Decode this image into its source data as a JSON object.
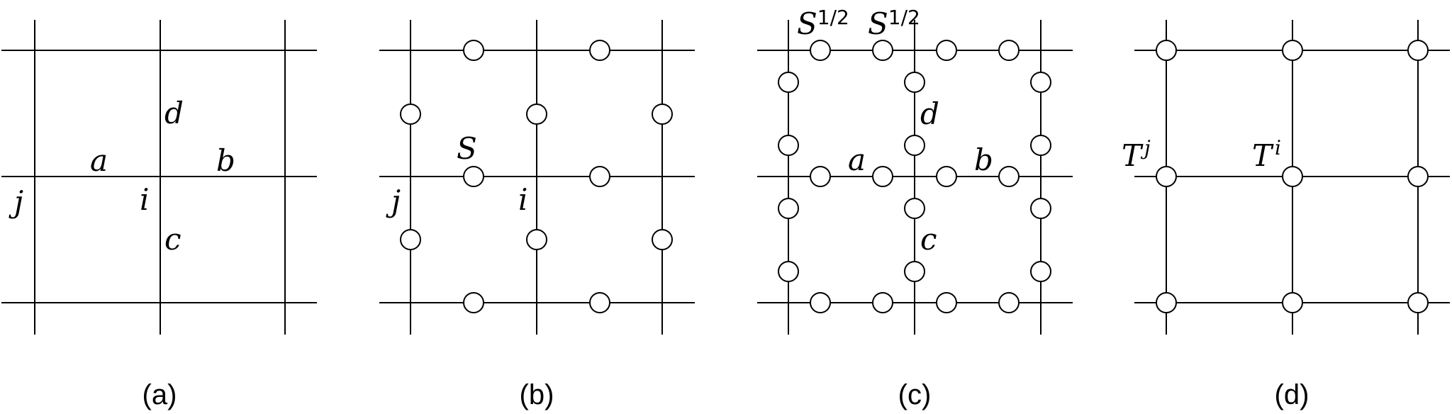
{
  "panels": [
    {
      "caption": "(a)",
      "labels": {
        "a": "a",
        "b": "b",
        "c": "c",
        "d": "d",
        "i": "i",
        "j": "j"
      }
    },
    {
      "caption": "(b)",
      "labels": {
        "S": "S",
        "i": "i",
        "j": "j"
      }
    },
    {
      "caption": "(c)",
      "labels": {
        "a": "a",
        "b": "b",
        "c": "c",
        "d": "d",
        "S_base": "S",
        "S_exp": "1/2"
      }
    },
    {
      "caption": "(d)",
      "labels": {
        "T_base": "T",
        "T_j_sup": "j",
        "T_i_sup": "i"
      }
    }
  ],
  "colors": {
    "stroke": "#000000",
    "fill": "#ffffff"
  }
}
